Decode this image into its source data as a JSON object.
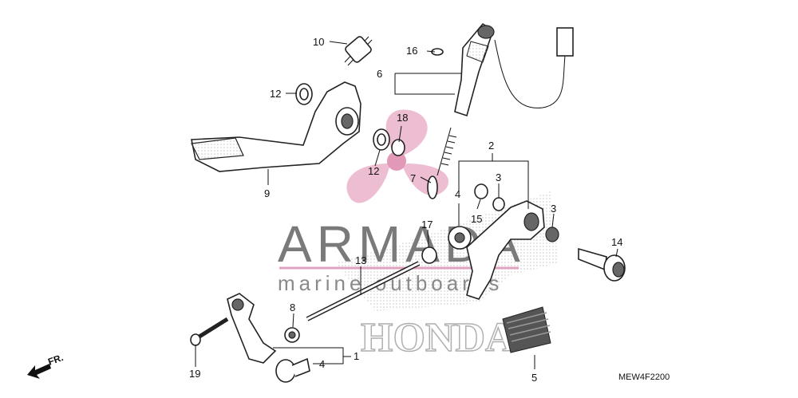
{
  "watermark": {
    "brand": "ARMADA",
    "tagline": "marine outboards",
    "maker": "HONDA"
  },
  "direction_marker": "FR.",
  "diagram_code": "MEW4F2200",
  "callouts": {
    "c1": "1",
    "c2": "2",
    "c3a": "3",
    "c3b": "3",
    "c4a": "4",
    "c4b": "4",
    "c5": "5",
    "c6": "6",
    "c7": "7",
    "c8": "8",
    "c9": "9",
    "c10": "10",
    "c12a": "12",
    "c12b": "12",
    "c13": "13",
    "c14": "14",
    "c15": "15",
    "c16": "16",
    "c17": "17",
    "c18": "18",
    "c19": "19"
  }
}
